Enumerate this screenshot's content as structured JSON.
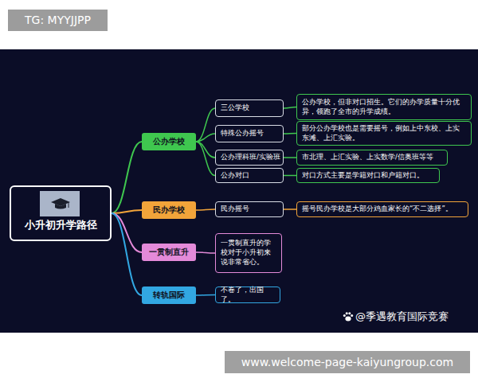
{
  "diagram": {
    "nodes": [
      {
        "text": [
          "小升初升学路径"
        ]
      },
      {
        "text": [
          "公办学校"
        ]
      },
      {
        "text": [
          "三公学校"
        ]
      },
      {
        "text": [
          "公办学校，但非对口招生。它们的办学质量十分优异，领跑了全市的升学成绩。"
        ]
      },
      {
        "text": [
          "特殊公办摇号"
        ]
      },
      {
        "text": [
          "部分公办学校也是需要摇号，例如上中东校、上实东滩、上汇实验。"
        ]
      },
      {
        "text": [
          "公办理科班/实验班"
        ]
      },
      {
        "text": [
          "市北理、上汇实验、上实数学/信奥班等等"
        ]
      },
      {
        "text": [
          "公办对口"
        ]
      },
      {
        "text": [
          "对口方式主要是学籍对口和户籍对口。"
        ]
      },
      {
        "text": [
          "民办学校"
        ]
      },
      {
        "text": [
          "民办摇号"
        ]
      },
      {
        "text": [
          "摇号民办学校是大部分鸡血家长的“不二选择”。"
        ]
      },
      {
        "text": [
          "一贯制直升"
        ]
      },
      {
        "text": [
          "一贯制直升的学校对于小升初来说非常省心。"
        ]
      },
      {
        "text": [
          "转轨国际"
        ]
      },
      {
        "text": [
          "不卷了，出国了。"
        ]
      }
    ],
    "edges": [
      {
        "from": 0,
        "to": 1,
        "arrow": "none"
      },
      {
        "from": 0,
        "to": 10,
        "arrow": "none"
      },
      {
        "from": 0,
        "to": 13,
        "arrow": "none"
      },
      {
        "from": 0,
        "to": 15,
        "arrow": "none"
      },
      {
        "from": 1,
        "to": 2,
        "arrow": "none"
      },
      {
        "from": 1,
        "to": 4,
        "arrow": "none"
      },
      {
        "from": 1,
        "to": 6,
        "arrow": "none"
      },
      {
        "from": 1,
        "to": 8,
        "arrow": "none"
      },
      {
        "from": 2,
        "to": 3,
        "arrow": "none"
      },
      {
        "from": 4,
        "to": 5,
        "arrow": "none"
      },
      {
        "from": 6,
        "to": 7,
        "arrow": "none"
      },
      {
        "from": 8,
        "to": 9,
        "arrow": "none"
      },
      {
        "from": 10,
        "to": 11,
        "arrow": "none"
      },
      {
        "from": 11,
        "to": 12,
        "arrow": "none"
      },
      {
        "from": 13,
        "to": 14,
        "arrow": "none"
      },
      {
        "from": 15,
        "to": 16,
        "arrow": "none"
      }
    ],
    "labels": [
      "TG: MYYJJPP",
      "@季遇教育国际竞赛",
      "www.welcome-page-kaiyungroup.com"
    ]
  }
}
